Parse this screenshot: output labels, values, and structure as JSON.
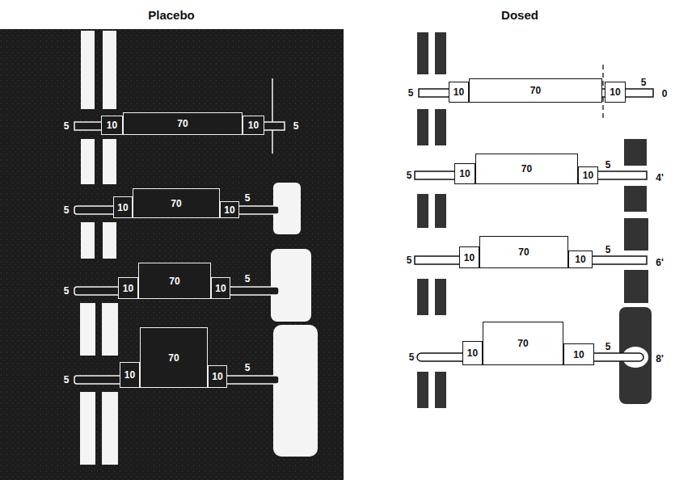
{
  "diagram": {
    "nodes": [
      {
        "text": [
          "10"
        ]
      },
      {
        "text": [
          "70"
        ]
      },
      {
        "text": [
          "10"
        ]
      },
      {
        "text": [
          "10"
        ]
      },
      {
        "text": [
          "70"
        ]
      },
      {
        "text": [
          "10"
        ]
      },
      {
        "text": [
          "10"
        ]
      },
      {
        "text": [
          "70"
        ]
      },
      {
        "text": [
          "10"
        ]
      },
      {
        "text": [
          "10"
        ]
      },
      {
        "text": [
          "70"
        ]
      },
      {
        "text": [
          "10"
        ]
      },
      {
        "text": [
          "10"
        ]
      },
      {
        "text": [
          "70"
        ]
      },
      {
        "text": [
          "10"
        ]
      },
      {
        "text": [
          "10"
        ]
      },
      {
        "text": [
          "70"
        ]
      },
      {
        "text": [
          "10"
        ]
      },
      {
        "text": [
          "10"
        ]
      },
      {
        "text": [
          "70"
        ]
      },
      {
        "text": [
          "10"
        ]
      },
      {
        "text": [
          "10"
        ]
      },
      {
        "text": [
          "70"
        ]
      },
      {
        "text": [
          "10"
        ]
      }
    ],
    "labels": [
      "Placebo",
      "Dosed",
      "5",
      "5",
      "5",
      "5",
      "5",
      "5",
      "5",
      "5",
      "5",
      "5",
      "0",
      "5",
      "5",
      "4'",
      "5",
      "5",
      "6'",
      "5",
      "5",
      "8'"
    ]
  }
}
